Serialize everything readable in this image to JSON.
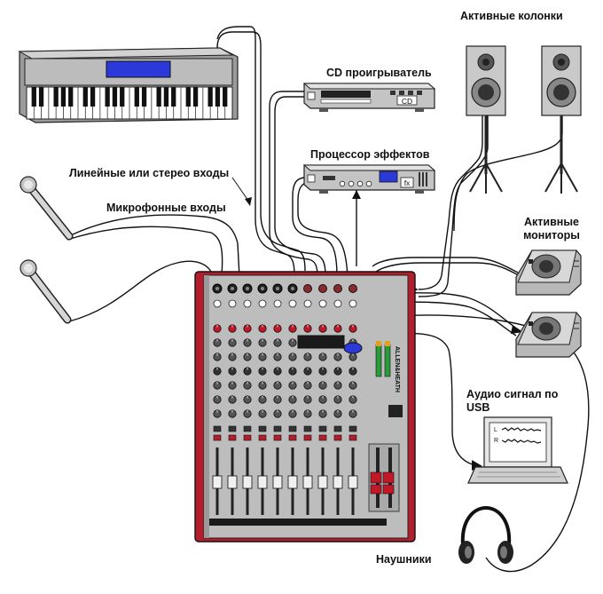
{
  "labels": {
    "active_speakers": "Активные колонки",
    "cd_player": "CD проигрыватель",
    "effects_processor": "Процессор эффектов",
    "line_stereo_inputs": "Линейные или стерео входы",
    "mic_inputs": "Микрофонные входы",
    "active_monitors_1": "Активные",
    "active_monitors_2": "мониторы",
    "usb_audio_1": "Аудио сигнал по",
    "usb_audio_2": "USB",
    "headphones": "Наушники"
  },
  "devices": {
    "cd_badge": "CD",
    "fx_badge": "fx",
    "mixer_brand": "ALLEN&HEATH",
    "laptop_channel_l": "L",
    "laptop_channel_r": "R"
  },
  "colors": {
    "device_gray": "#b9b9b9",
    "display_blue": "#2a39d8",
    "mixer_frame": "#b31e2c",
    "mixer_panel": "#bdbdbd",
    "cable": "#111111"
  }
}
